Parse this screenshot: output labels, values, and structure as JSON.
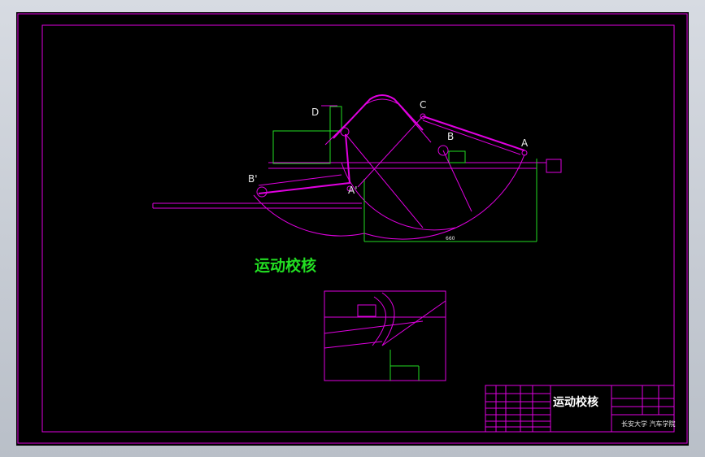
{
  "colors": {
    "line": "#e000e0",
    "label": "#e8e8e8",
    "title": "#22dd22",
    "tableText": "#e8e8e8",
    "tableTitle": "#ffffff",
    "background": "#000000"
  },
  "drawing": {
    "title": "运动校核",
    "points": {
      "A": "A",
      "B": "B",
      "C": "C",
      "D": "D",
      "B_prime": "B'",
      "A_prime": "A'"
    },
    "dimension_horizontal": "660"
  },
  "title_block": {
    "drawing_name": "运动校核",
    "company": "长安大学 汽车学院"
  }
}
